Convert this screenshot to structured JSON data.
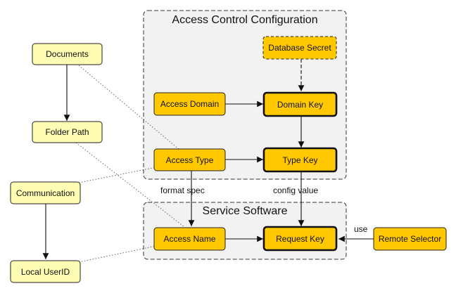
{
  "clusters": {
    "access_control": "Access Control Configuration",
    "service_software": "Service Software"
  },
  "nodes": {
    "documents": "Documents",
    "folder_path": "Folder Path",
    "communication": "Communication",
    "local_userid": "Local UserID",
    "database_secret": "Database Secret",
    "access_domain": "Access Domain",
    "domain_key": "Domain Key",
    "access_type": "Access Type",
    "type_key": "Type Key",
    "access_name": "Access Name",
    "request_key": "Request Key",
    "remote_selector": "Remote Selector"
  },
  "edge_labels": {
    "format_spec": "format spec",
    "config_value": "config value",
    "use": "use"
  },
  "colors": {
    "light_node": "#fffcb3",
    "gold_node": "#ffc800",
    "cluster_fill": "#f2f2f2"
  }
}
